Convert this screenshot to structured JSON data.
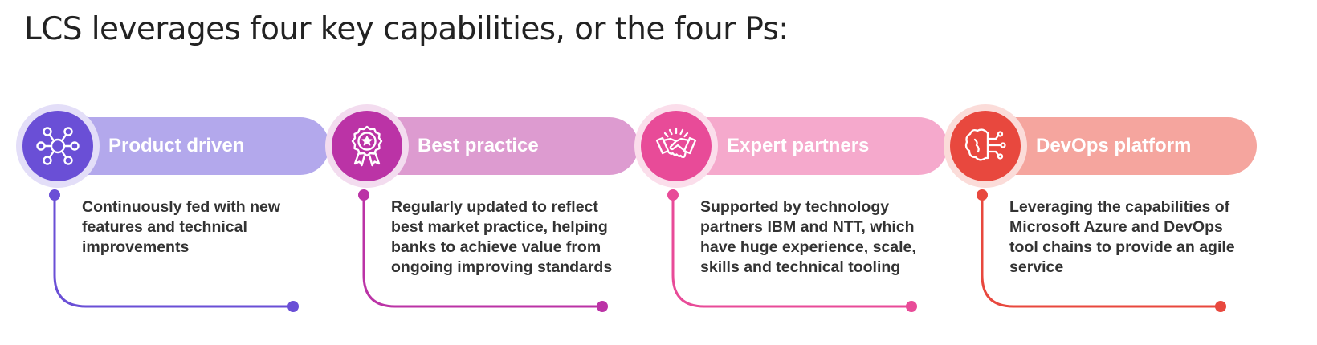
{
  "title": "LCS leverages four key capabilities, or the four Ps:",
  "cards": [
    {
      "label": "Product driven",
      "description": "Continuously fed with new features and technical improvements",
      "icon": "network-icon",
      "accent": "#6a4fd6",
      "pill": "#b3a8ec",
      "halo": "#e3def8"
    },
    {
      "label": "Best practice",
      "description": "Regularly updated to reflect best market practice, helping banks to achieve value from ongoing improving standards",
      "icon": "award-ribbon-icon",
      "accent": "#bb33a6",
      "pill": "#dd9bd0",
      "halo": "#f3dcef"
    },
    {
      "label": "Expert partners",
      "description": "Supported by technology partners IBM and NTT, which have huge experience, scale, skills and technical tooling",
      "icon": "handshake-icon",
      "accent": "#e84b98",
      "pill": "#f5a9cc",
      "halo": "#fbdeeb"
    },
    {
      "label": "DevOps platform",
      "description": "Leveraging the capabilities of Microsoft Azure and DevOps tool chains to provide an agile service",
      "icon": "cloud-circuit-icon",
      "accent": "#e8483e",
      "pill": "#f5a59e",
      "halo": "#fbdcd9"
    }
  ]
}
